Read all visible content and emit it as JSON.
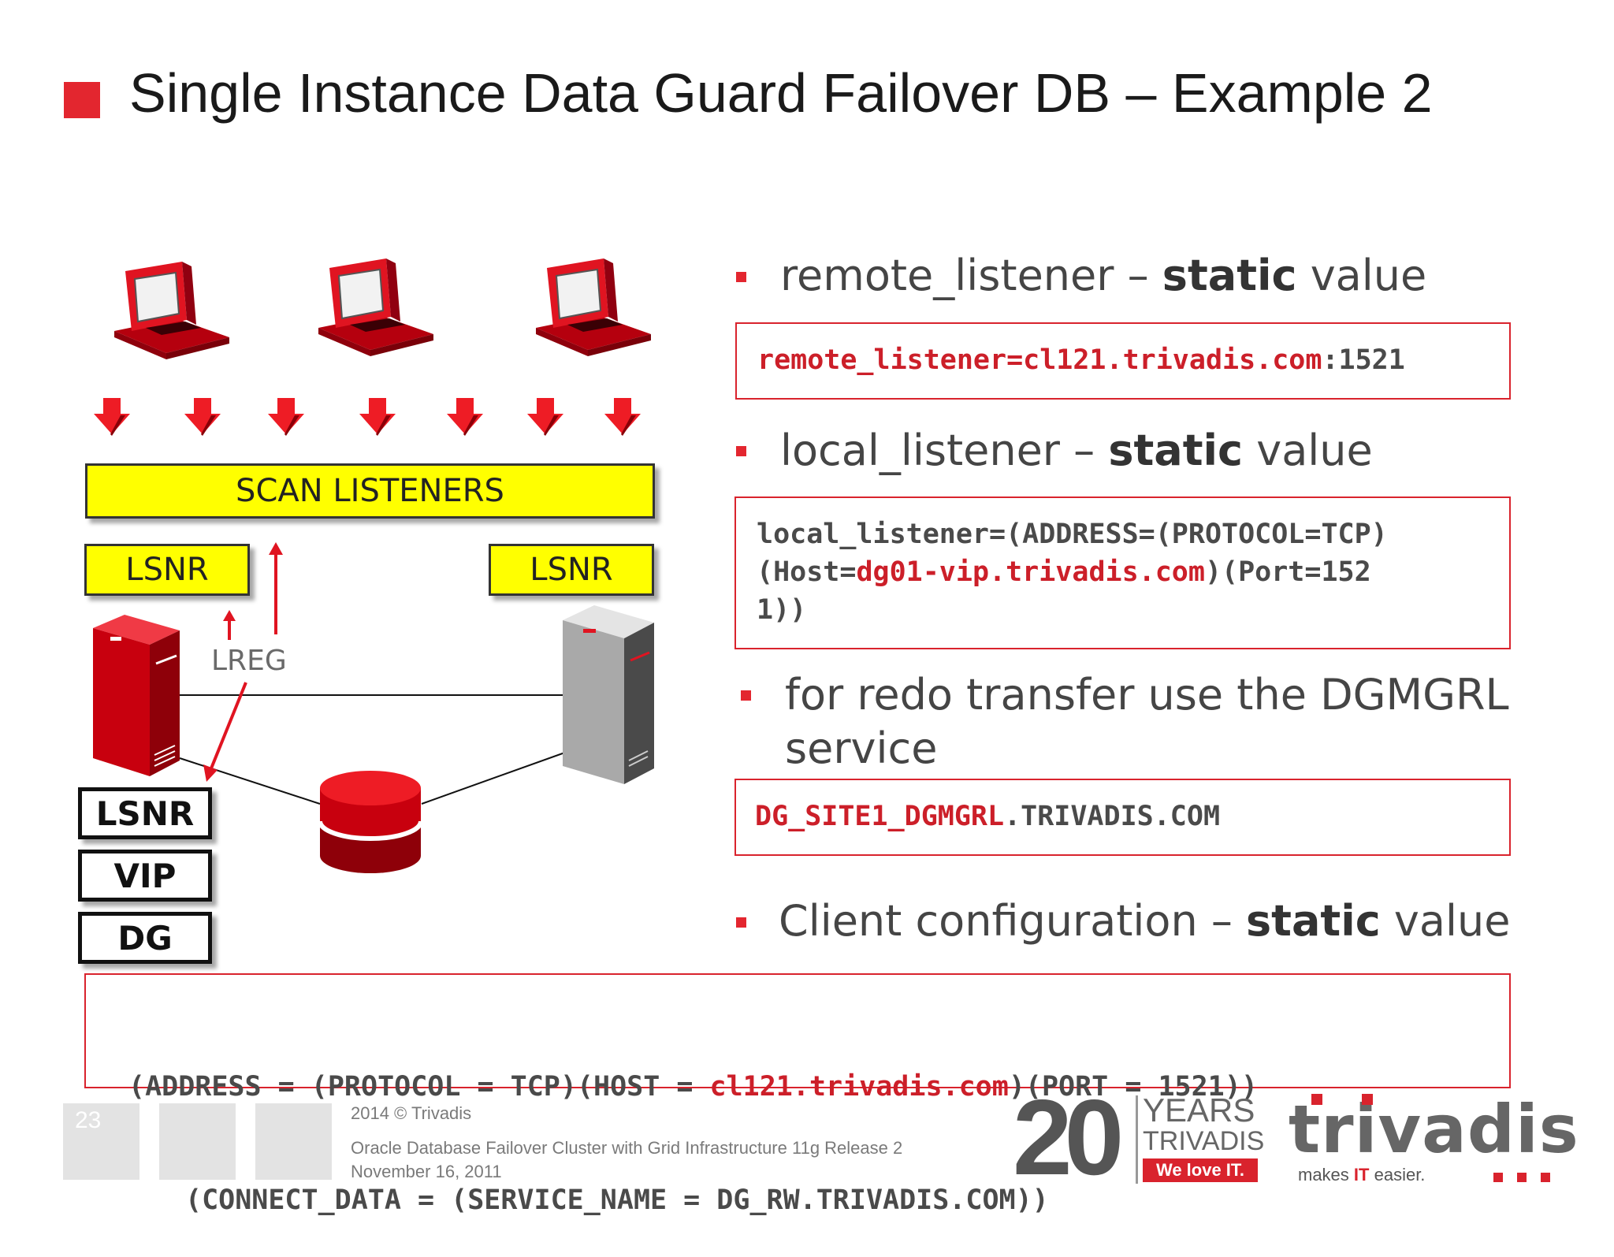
{
  "title": "Single Instance Data Guard Failover DB – Example 2",
  "diagram": {
    "scan_label": "SCAN LISTENERS",
    "lsnr_left": "LSNR",
    "lsnr_right": "LSNR",
    "lreg_label": "LREG",
    "stack": [
      "LSNR",
      "VIP",
      "DG"
    ]
  },
  "bullets": {
    "remote": {
      "prefix": "remote_listener – ",
      "bold": "static",
      "suffix": " value"
    },
    "local": {
      "prefix": "local_listener – ",
      "bold": "static",
      "suffix": " value"
    },
    "redo": {
      "line1": "for redo transfer use the DGMGRL",
      "line2": "service"
    },
    "client": {
      "prefix": "Client configuration – ",
      "bold": "static",
      "suffix": " value"
    }
  },
  "code": {
    "remote": {
      "red": "remote_listener=cl121.trivadis.com",
      "rest": ":1521"
    },
    "local": {
      "l1": "local_listener=(ADDRESS=(PROTOCOL=TCP)",
      "l2a": "(Host=",
      "l2red": "dg01-vip.trivadis.com",
      "l2b": ")(Port=152",
      "l3": "1))"
    },
    "dgmgrl": {
      "red": "DG_SITE1_DGMGRL",
      "rest": ".TRIVADIS.COM"
    },
    "client": {
      "l1a": "(ADDRESS = (PROTOCOL = TCP)(HOST = ",
      "l1red": "cl121.trivadis.com",
      "l1b": ")(PORT = 1521))",
      "l2": "(CONNECT_DATA = (SERVICE_NAME = DG_RW.TRIVADIS.COM))"
    }
  },
  "footer": {
    "page_number": "23",
    "copyright": "2014 © Trivadis",
    "subtitle": "Oracle Database Failover Cluster with Grid Infrastructure 11g Release 2",
    "date": "November 16, 2011"
  },
  "logos": {
    "anniv_number": "20",
    "anniv_years": "YEARS",
    "anniv_company": "TRIVADIS",
    "anniv_slogan": "We love IT.",
    "brand": "trivadis",
    "brand_tagline_a": "makes ",
    "brand_tagline_b": "IT",
    "brand_tagline_c": " easier."
  },
  "colors": {
    "accent": "#e3262f",
    "highlight": "#ffff00",
    "code_red": "#cc1f29"
  }
}
